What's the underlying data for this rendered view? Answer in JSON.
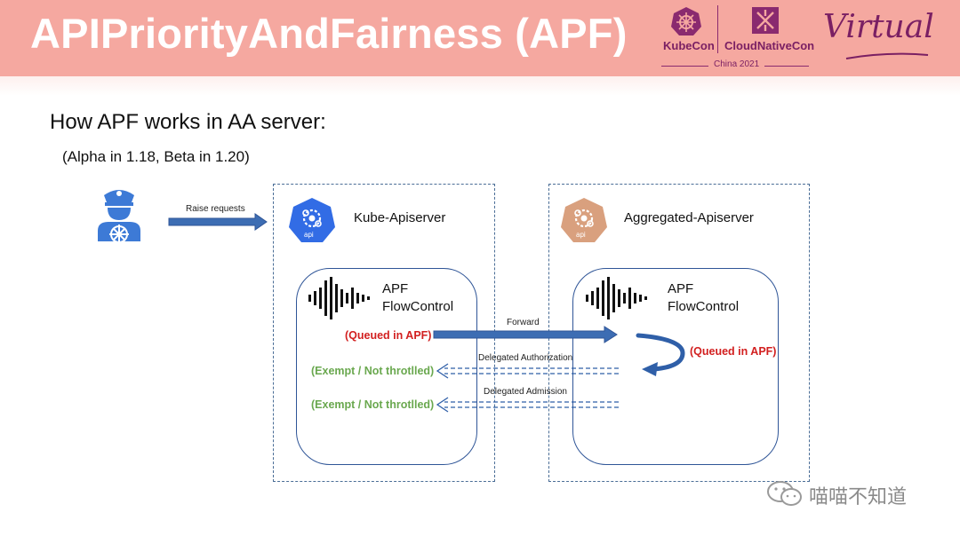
{
  "banner": {
    "title": "APIPriorityAndFairness (APF)",
    "kubecon": "KubeCon",
    "cloudnativecon": "CloudNativeCon",
    "event": "China 2021",
    "virtual": "Virtual"
  },
  "heading": "How APF works in AA server:",
  "subheading": "(Alpha in 1.18, Beta in 1.20)",
  "user": {
    "icon": "captain-user-icon"
  },
  "raise_requests": "Raise requests",
  "kube_apiserver": {
    "name": "Kube-Apiserver",
    "icon_label": "api",
    "apf_title": "APF",
    "apf_subtitle": "FlowControl",
    "queued": "(Queued in APF)",
    "exempt_1": "(Exempt / Not throtlled)",
    "exempt_2": "(Exempt / Not throtlled)"
  },
  "aggregated_apiserver": {
    "name": "Aggregated-Apiserver",
    "icon_label": "api",
    "apf_title": "APF",
    "apf_subtitle": "FlowControl",
    "queued": "(Queued in APF)"
  },
  "arrows": {
    "forward": "Forward",
    "delegated_authorization": "Delegated Authorization",
    "delegated_admission": "Delegated Admission"
  },
  "watermark": "喵喵不知道",
  "colors": {
    "banner": "#f5a8a0",
    "kube_blue": "#326ce5",
    "aa_orange": "#d9a07e",
    "arrow_blue": "#2f5fa8",
    "red": "#d21f1f",
    "green": "#6aa84f"
  }
}
